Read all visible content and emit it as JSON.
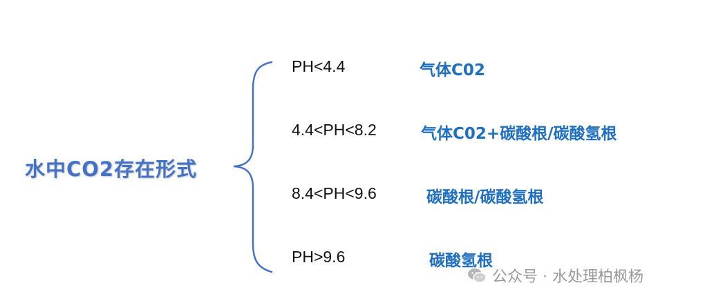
{
  "title": "水中CO2存在形式",
  "rows": [
    {
      "ph": "PH<4.4",
      "form": "气体C02"
    },
    {
      "ph": "4.4<PH<8.2",
      "form": "气体C02+碳酸根/碳酸氢根"
    },
    {
      "ph": "8.4<PH<9.6",
      "form": "碳酸根/碳酸氢根"
    },
    {
      "ph": "PH>9.6",
      "form": "碳酸氢根"
    }
  ],
  "watermark": {
    "text": "公众号 · 水处理柏枫杨",
    "icon": "wechat-icon"
  },
  "colors": {
    "title": "#4472c4",
    "brace": "#4472c4",
    "form_text": "#1f6fc0",
    "ph_text": "#111111",
    "watermark": "#9a9a9a"
  }
}
